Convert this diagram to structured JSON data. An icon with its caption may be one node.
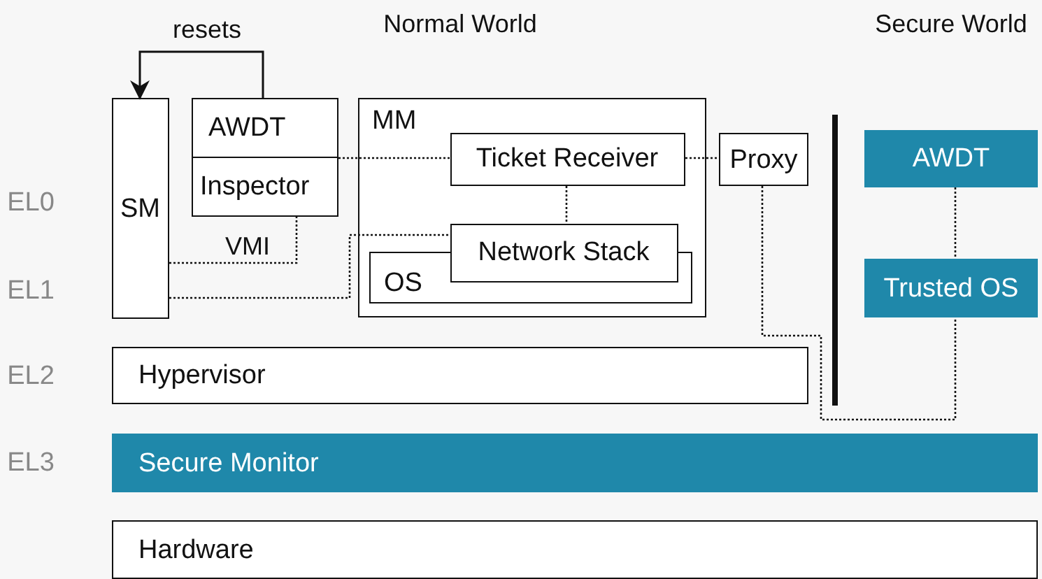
{
  "diagram": {
    "nodes": [
      {
        "text": [
          "SM"
        ]
      },
      {
        "text": [
          "AWDT"
        ]
      },
      {
        "text": [
          "Inspector"
        ]
      },
      {
        "text": [
          "MM"
        ]
      },
      {
        "text": [
          "Ticket Receiver"
        ],
        "in": 3
      },
      {
        "text": [
          "Network Stack"
        ],
        "in": 3
      },
      {
        "text": [
          "OS"
        ],
        "in": 3
      },
      {
        "text": [
          "Proxy"
        ]
      },
      {
        "text": [
          "AWDT"
        ]
      },
      {
        "text": [
          "Trusted OS"
        ]
      },
      {
        "text": [
          "Hypervisor"
        ]
      },
      {
        "text": [
          "Secure Monitor"
        ]
      },
      {
        "text": [
          "Hardware"
        ]
      }
    ],
    "edges": [
      {
        "from": 1,
        "to": 0,
        "arrow": "to",
        "label": "resets"
      },
      {
        "from": 2,
        "to": 4,
        "arrow": "none",
        "style": "dashed"
      },
      {
        "from": 4,
        "to": 7,
        "arrow": "none",
        "style": "dashed"
      },
      {
        "from": 4,
        "to": 5,
        "arrow": "none",
        "style": "dashed"
      },
      {
        "from": 0,
        "to": 2,
        "arrow": "none",
        "style": "dashed",
        "label": "VMI"
      },
      {
        "from": 0,
        "to": 5,
        "arrow": "none",
        "style": "dashed"
      },
      {
        "from": 7,
        "to": 9,
        "arrow": "none",
        "style": "dashed"
      },
      {
        "from": 8,
        "to": 9,
        "arrow": "none",
        "style": "dashed"
      }
    ],
    "labels": [
      "Normal World",
      "Secure World",
      "EL0",
      "EL1",
      "EL2",
      "EL3"
    ]
  }
}
